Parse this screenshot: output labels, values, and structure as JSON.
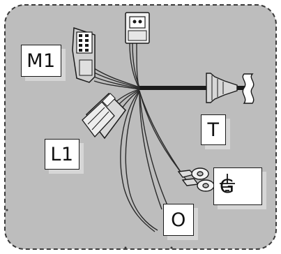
{
  "colors": {
    "panel_fill": "#bdbdbd",
    "panel_border": "#3a3a3a",
    "wire": "#1a1a1a",
    "label_bg": "#ffffff"
  },
  "labels": {
    "m1": "M1",
    "t": "T",
    "l1": "L1",
    "g": "G",
    "o": "O"
  },
  "icons": {
    "ground": "ground-symbol-icon"
  }
}
